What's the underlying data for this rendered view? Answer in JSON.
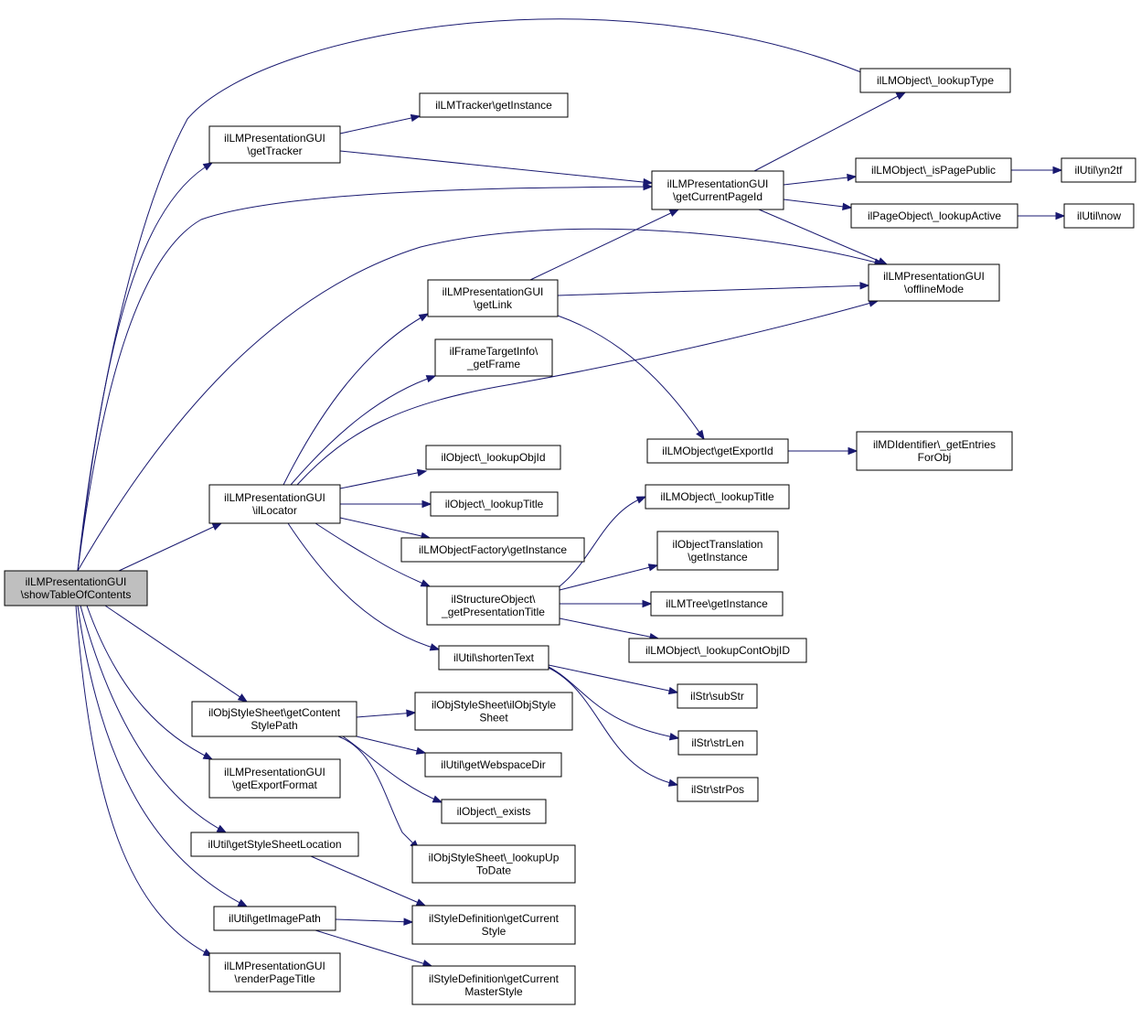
{
  "graph": {
    "kind": "call-graph",
    "colors": {
      "edge": "#191970",
      "node_border": "#000000",
      "root_fill": "#bfbfbf",
      "node_fill": "#ffffff"
    },
    "nodes": [
      {
        "id": "root",
        "lines": [
          "ilLMPresentationGUI",
          "\\showTableOfContents"
        ],
        "root": true
      },
      {
        "id": "lookupType",
        "lines": [
          "ilLMObject\\_lookupType"
        ]
      },
      {
        "id": "getInstanceTracker",
        "lines": [
          "ilLMTracker\\getInstance"
        ]
      },
      {
        "id": "getTracker",
        "lines": [
          "ilLMPresentationGUI",
          "\\getTracker"
        ]
      },
      {
        "id": "getCurrentPageId",
        "lines": [
          "ilLMPresentationGUI",
          "\\getCurrentPageId"
        ]
      },
      {
        "id": "isPagePublic",
        "lines": [
          "ilLMObject\\_isPagePublic"
        ]
      },
      {
        "id": "yn2tf",
        "lines": [
          "ilUtil\\yn2tf"
        ]
      },
      {
        "id": "lookupActive",
        "lines": [
          "ilPageObject\\_lookupActive"
        ]
      },
      {
        "id": "now",
        "lines": [
          "ilUtil\\now"
        ]
      },
      {
        "id": "offlineMode",
        "lines": [
          "ilLMPresentationGUI",
          "\\offlineMode"
        ]
      },
      {
        "id": "getLink",
        "lines": [
          "ilLMPresentationGUI",
          "\\getLink"
        ]
      },
      {
        "id": "getFrame",
        "lines": [
          "ilFrameTargetInfo\\",
          "_getFrame"
        ]
      },
      {
        "id": "getExportId",
        "lines": [
          "ilLMObject\\getExportId"
        ]
      },
      {
        "id": "getEntriesForObj",
        "lines": [
          "ilMDIdentifier\\_getEntries",
          "ForObj"
        ]
      },
      {
        "id": "lookupObjId",
        "lines": [
          "ilObject\\_lookupObjId"
        ]
      },
      {
        "id": "ilLocator",
        "lines": [
          "ilLMPresentationGUI",
          "\\ilLocator"
        ]
      },
      {
        "id": "lookupTitleObj",
        "lines": [
          "ilObject\\_lookupTitle"
        ]
      },
      {
        "id": "lookupTitleLM",
        "lines": [
          "ilLMObject\\_lookupTitle"
        ]
      },
      {
        "id": "lmObjFactory",
        "lines": [
          "ilLMObjectFactory\\getInstance"
        ]
      },
      {
        "id": "objTranslation",
        "lines": [
          "ilObjectTranslation",
          "\\getInstance"
        ]
      },
      {
        "id": "getPresentationTitle",
        "lines": [
          "ilStructureObject\\",
          "_getPresentationTitle"
        ]
      },
      {
        "id": "lmTree",
        "lines": [
          "ilLMTree\\getInstance"
        ]
      },
      {
        "id": "lookupContObjID",
        "lines": [
          "ilLMObject\\_lookupContObjID"
        ]
      },
      {
        "id": "shortenText",
        "lines": [
          "ilUtil\\shortenText"
        ]
      },
      {
        "id": "subStr",
        "lines": [
          "ilStr\\subStr"
        ]
      },
      {
        "id": "getContentStylePath",
        "lines": [
          "ilObjStyleSheet\\getContent",
          "StylePath"
        ]
      },
      {
        "id": "ilObjStyleSheet",
        "lines": [
          "ilObjStyleSheet\\ilObjStyle",
          "Sheet"
        ]
      },
      {
        "id": "strLen",
        "lines": [
          "ilStr\\strLen"
        ]
      },
      {
        "id": "getExportFormat",
        "lines": [
          "ilLMPresentationGUI",
          "\\getExportFormat"
        ]
      },
      {
        "id": "getWebspaceDir",
        "lines": [
          "ilUtil\\getWebspaceDir"
        ]
      },
      {
        "id": "strPos",
        "lines": [
          "ilStr\\strPos"
        ]
      },
      {
        "id": "exists",
        "lines": [
          "ilObject\\_exists"
        ]
      },
      {
        "id": "getStyleSheetLocation",
        "lines": [
          "ilUtil\\getStyleSheetLocation"
        ]
      },
      {
        "id": "lookupUpToDate",
        "lines": [
          "ilObjStyleSheet\\_lookupUp",
          "ToDate"
        ]
      },
      {
        "id": "getImagePath",
        "lines": [
          "ilUtil\\getImagePath"
        ]
      },
      {
        "id": "getCurrentStyle",
        "lines": [
          "ilStyleDefinition\\getCurrent",
          "Style"
        ]
      },
      {
        "id": "renderPageTitle",
        "lines": [
          "ilLMPresentationGUI",
          "\\renderPageTitle"
        ]
      },
      {
        "id": "getCurrentMasterStyle",
        "lines": [
          "ilStyleDefinition\\getCurrent",
          "MasterStyle"
        ]
      }
    ],
    "edges": [
      [
        "root",
        "lookupType"
      ],
      [
        "root",
        "getTracker"
      ],
      [
        "root",
        "getCurrentPageId"
      ],
      [
        "root",
        "offlineMode"
      ],
      [
        "root",
        "ilLocator"
      ],
      [
        "root",
        "getContentStylePath"
      ],
      [
        "root",
        "getExportFormat"
      ],
      [
        "root",
        "getStyleSheetLocation"
      ],
      [
        "root",
        "getImagePath"
      ],
      [
        "root",
        "renderPageTitle"
      ],
      [
        "getTracker",
        "getInstanceTracker"
      ],
      [
        "getTracker",
        "getCurrentPageId"
      ],
      [
        "getCurrentPageId",
        "lookupType"
      ],
      [
        "getCurrentPageId",
        "isPagePublic"
      ],
      [
        "getCurrentPageId",
        "lookupActive"
      ],
      [
        "getCurrentPageId",
        "offlineMode"
      ],
      [
        "isPagePublic",
        "yn2tf"
      ],
      [
        "lookupActive",
        "now"
      ],
      [
        "getLink",
        "getCurrentPageId"
      ],
      [
        "getLink",
        "offlineMode"
      ],
      [
        "getLink",
        "getExportId"
      ],
      [
        "getExportId",
        "getEntriesForObj"
      ],
      [
        "ilLocator",
        "getLink"
      ],
      [
        "ilLocator",
        "getFrame"
      ],
      [
        "ilLocator",
        "offlineMode"
      ],
      [
        "ilLocator",
        "lookupObjId"
      ],
      [
        "ilLocator",
        "lookupTitleObj"
      ],
      [
        "ilLocator",
        "lmObjFactory"
      ],
      [
        "ilLocator",
        "getPresentationTitle"
      ],
      [
        "ilLocator",
        "shortenText"
      ],
      [
        "getPresentationTitle",
        "lookupTitleLM"
      ],
      [
        "getPresentationTitle",
        "objTranslation"
      ],
      [
        "getPresentationTitle",
        "lmTree"
      ],
      [
        "getPresentationTitle",
        "lookupContObjID"
      ],
      [
        "shortenText",
        "subStr"
      ],
      [
        "shortenText",
        "strLen"
      ],
      [
        "shortenText",
        "strPos"
      ],
      [
        "getContentStylePath",
        "ilObjStyleSheet"
      ],
      [
        "getContentStylePath",
        "getWebspaceDir"
      ],
      [
        "getContentStylePath",
        "exists"
      ],
      [
        "getContentStylePath",
        "lookupUpToDate"
      ],
      [
        "getStyleSheetLocation",
        "getCurrentStyle"
      ],
      [
        "getImagePath",
        "getCurrentStyle"
      ],
      [
        "getImagePath",
        "getCurrentMasterStyle"
      ]
    ]
  }
}
